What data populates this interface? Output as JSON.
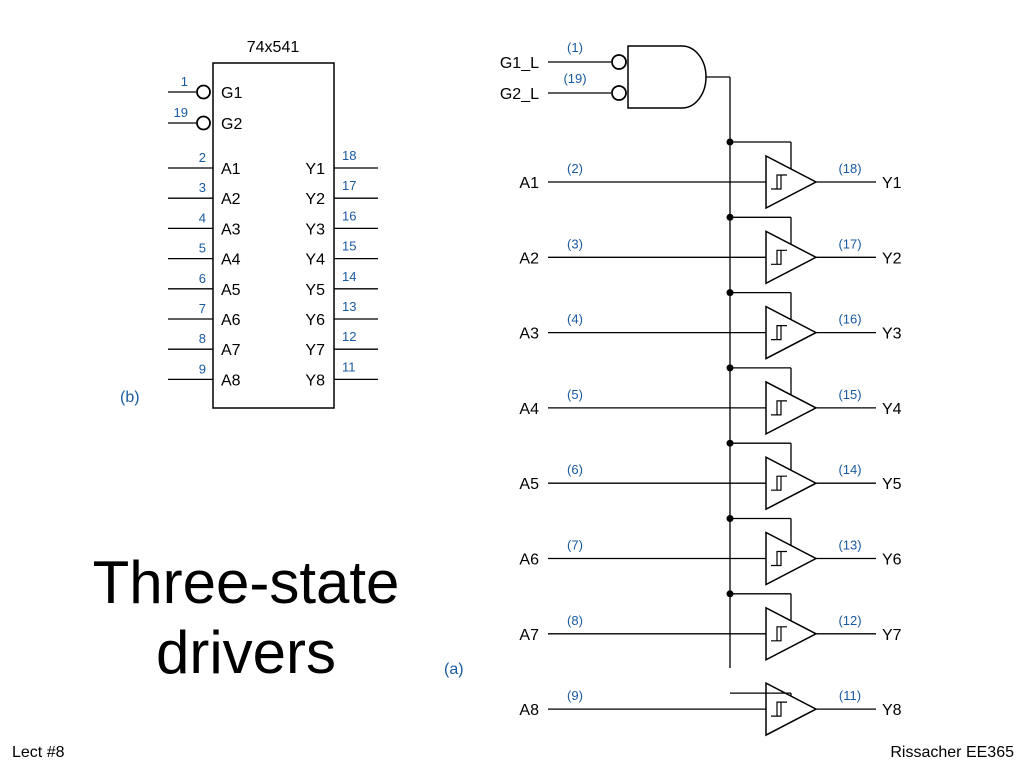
{
  "chip": {
    "name": "74x541",
    "gates": [
      {
        "label": "G1",
        "pin": "1"
      },
      {
        "label": "G2",
        "pin": "19"
      }
    ],
    "inputs": [
      {
        "label": "A1",
        "pin": "2"
      },
      {
        "label": "A2",
        "pin": "3"
      },
      {
        "label": "A3",
        "pin": "4"
      },
      {
        "label": "A4",
        "pin": "5"
      },
      {
        "label": "A5",
        "pin": "6"
      },
      {
        "label": "A6",
        "pin": "7"
      },
      {
        "label": "A7",
        "pin": "8"
      },
      {
        "label": "A8",
        "pin": "9"
      }
    ],
    "outputs": [
      {
        "label": "Y1",
        "pin": "18"
      },
      {
        "label": "Y2",
        "pin": "17"
      },
      {
        "label": "Y3",
        "pin": "16"
      },
      {
        "label": "Y4",
        "pin": "15"
      },
      {
        "label": "Y5",
        "pin": "14"
      },
      {
        "label": "Y6",
        "pin": "13"
      },
      {
        "label": "Y7",
        "pin": "12"
      },
      {
        "label": "Y8",
        "pin": "11"
      }
    ]
  },
  "logic": {
    "enables": [
      {
        "label": "G1_L",
        "pin": "(1)"
      },
      {
        "label": "G2_L",
        "pin": "(19)"
      }
    ],
    "channels": [
      {
        "in": "A1",
        "in_pin": "(2)",
        "out": "Y1",
        "out_pin": "(18)"
      },
      {
        "in": "A2",
        "in_pin": "(3)",
        "out": "Y2",
        "out_pin": "(17)"
      },
      {
        "in": "A3",
        "in_pin": "(4)",
        "out": "Y3",
        "out_pin": "(16)"
      },
      {
        "in": "A4",
        "in_pin": "(5)",
        "out": "Y4",
        "out_pin": "(15)"
      },
      {
        "in": "A5",
        "in_pin": "(6)",
        "out": "Y5",
        "out_pin": "(14)"
      },
      {
        "in": "A6",
        "in_pin": "(7)",
        "out": "Y6",
        "out_pin": "(13)"
      },
      {
        "in": "A7",
        "in_pin": "(8)",
        "out": "Y7",
        "out_pin": "(12)"
      },
      {
        "in": "A8",
        "in_pin": "(9)",
        "out": "Y8",
        "out_pin": "(11)"
      }
    ]
  },
  "captions": {
    "symbol": "(b)",
    "logic": "(a)"
  },
  "slide": {
    "title_line1": "Three-state",
    "title_line2": "drivers",
    "footer_left": "Lect #8",
    "footer_right": "Rissacher EE365"
  },
  "colors": {
    "pin_numbers": "#1a5aa0",
    "lines": "#000000"
  }
}
